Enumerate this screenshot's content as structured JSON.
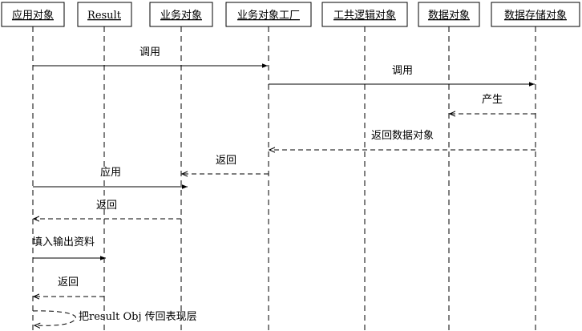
{
  "objects": [
    {
      "id": "app",
      "label": "应用对象"
    },
    {
      "id": "result",
      "label": "Result"
    },
    {
      "id": "biz",
      "label": "业务对象"
    },
    {
      "id": "factory",
      "label": "业务对象工厂"
    },
    {
      "id": "logic",
      "label": "工共逻辑对象"
    },
    {
      "id": "data",
      "label": "数据对象"
    },
    {
      "id": "store",
      "label": "数据存储对象"
    }
  ],
  "messages": [
    {
      "from": "app",
      "to": "factory",
      "label": "调用",
      "style": "solid"
    },
    {
      "from": "factory",
      "to": "store",
      "label": "调用",
      "style": "solid"
    },
    {
      "from": "store",
      "to": "data",
      "label": "产生",
      "style": "dashed"
    },
    {
      "from": "store",
      "to": "factory",
      "label": "返回数据对象",
      "style": "dashed"
    },
    {
      "from": "factory",
      "to": "biz",
      "label": "返回",
      "style": "dashed"
    },
    {
      "from": "app",
      "to": "biz",
      "label": "应用",
      "style": "solid"
    },
    {
      "from": "biz",
      "to": "app",
      "label": "返回",
      "style": "dashed"
    },
    {
      "from": "app",
      "to": "result",
      "label": "填入输出资料",
      "style": "solid"
    },
    {
      "from": "result",
      "to": "app",
      "label": "返回",
      "style": "dashed"
    },
    {
      "from": "app",
      "to": "app",
      "label": "把result Obj 传回表现层",
      "style": "dashed"
    }
  ]
}
